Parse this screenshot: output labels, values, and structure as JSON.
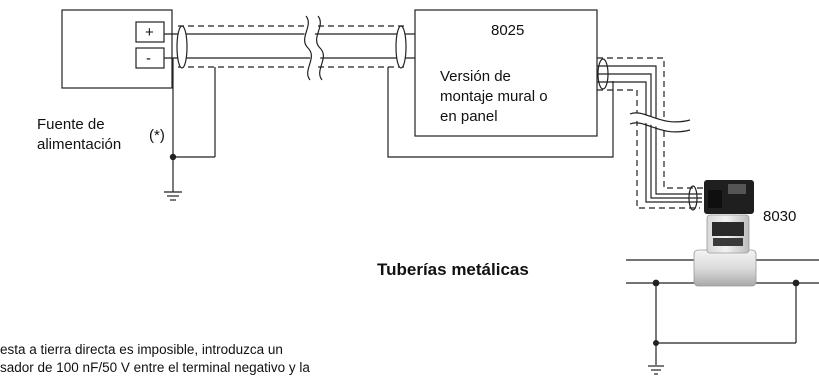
{
  "power_supply": {
    "plus_label": "+",
    "minus_label": "-",
    "name_line1": "Fuente de",
    "name_line2": "alimentación"
  },
  "footnote_marker": "(*)",
  "device_8025": {
    "title": "8025",
    "desc_line1": "Versión de",
    "desc_line2": "montaje mural o",
    "desc_line3": "en panel"
  },
  "device_8030": {
    "label": "8030"
  },
  "pipes_label": "Tuberías metálicas",
  "footnote": {
    "line1": "esta a tierra directa es imposible, introduzca un",
    "line2": "sador de 100 nF/50 V entre el terminal negativo y la"
  }
}
